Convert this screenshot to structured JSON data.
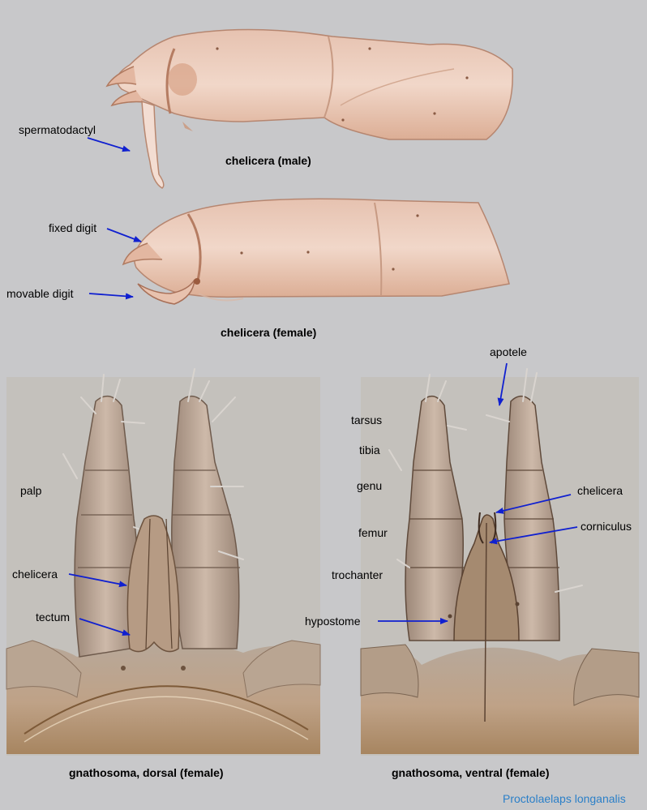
{
  "plate": {
    "species": "Proctolaelaps longanalis",
    "accent_color": "#2a7fc8",
    "arrow_color": "#1020d0"
  },
  "panels": {
    "chelicera_male": {
      "caption": "chelicera (male)",
      "labels": {
        "spermatodactyl": "spermatodactyl"
      }
    },
    "chelicera_female": {
      "caption": "chelicera (female)",
      "labels": {
        "fixed_digit": "fixed digit",
        "movable_digit": "movable digit"
      }
    },
    "gnathosoma_dorsal": {
      "caption": "gnathosoma, dorsal (female)",
      "labels": {
        "palp": "palp",
        "chelicera": "chelicera",
        "tectum": "tectum"
      }
    },
    "gnathosoma_ventral": {
      "caption": "gnathosoma, ventral (female)",
      "labels": {
        "apotele": "apotele",
        "tarsus": "tarsus",
        "tibia": "tibia",
        "genu": "genu",
        "femur": "femur",
        "trochanter": "trochanter",
        "chelicera": "chelicera",
        "corniculus": "corniculus",
        "hypostome": "hypostome"
      }
    }
  }
}
